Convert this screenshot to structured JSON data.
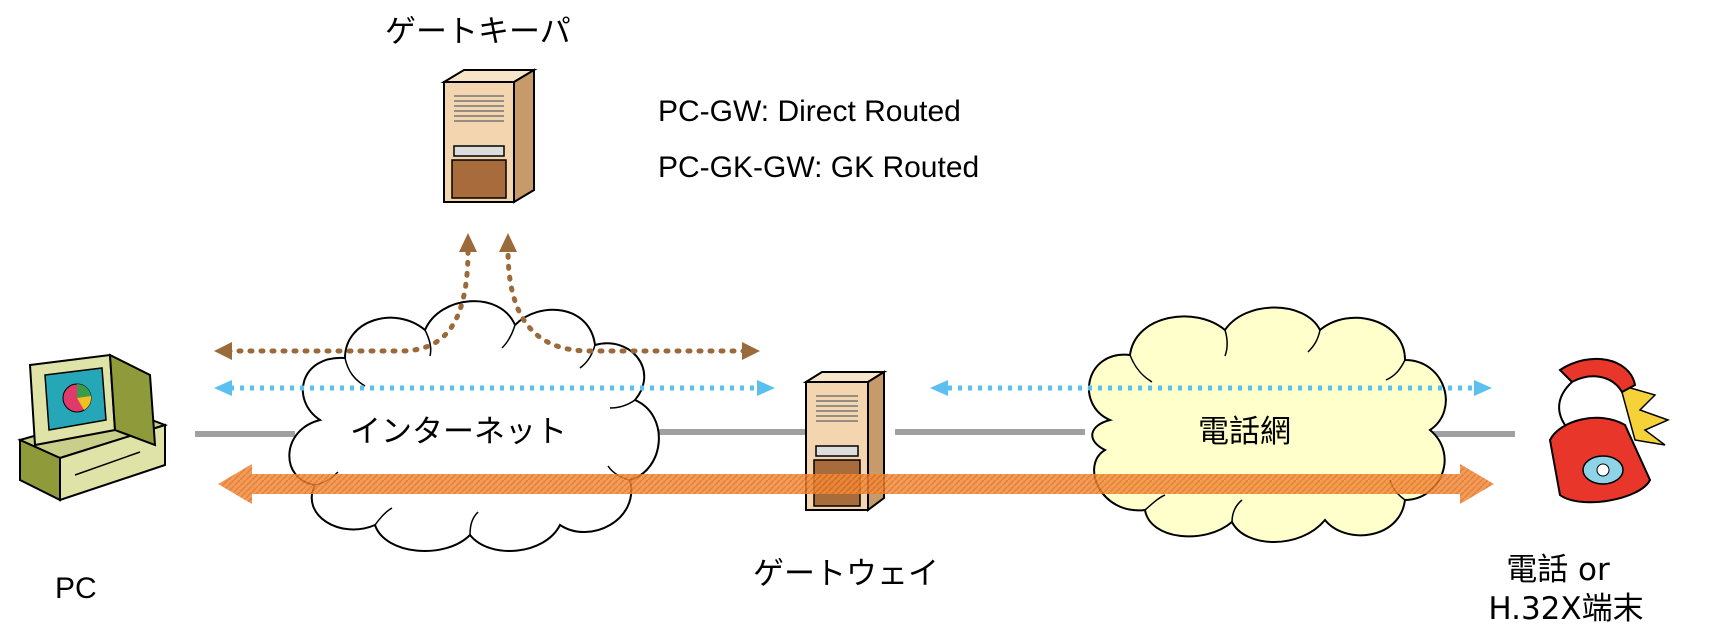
{
  "labels": {
    "gatekeeper": "ゲートキーパ",
    "routing_direct": "PC-GW: Direct Routed",
    "routing_gk": "PC-GK-GW: GK Routed",
    "internet": "インターネット",
    "phone_network": "電話網",
    "gateway": "ゲートウェイ",
    "pc": "PC",
    "terminal_line1": "電話 or",
    "terminal_line2": "H.32X端末"
  },
  "colors": {
    "signaling_to_gk": "#9b6a3a",
    "signaling": "#5bc0f0",
    "media": "#f07a2a",
    "link": "#a0a0a0",
    "internet_cloud": "#ffffff",
    "phone_cloud": "#ffffcc",
    "server_body": "#f3d6b0",
    "server_panel": "#a86c3c"
  }
}
